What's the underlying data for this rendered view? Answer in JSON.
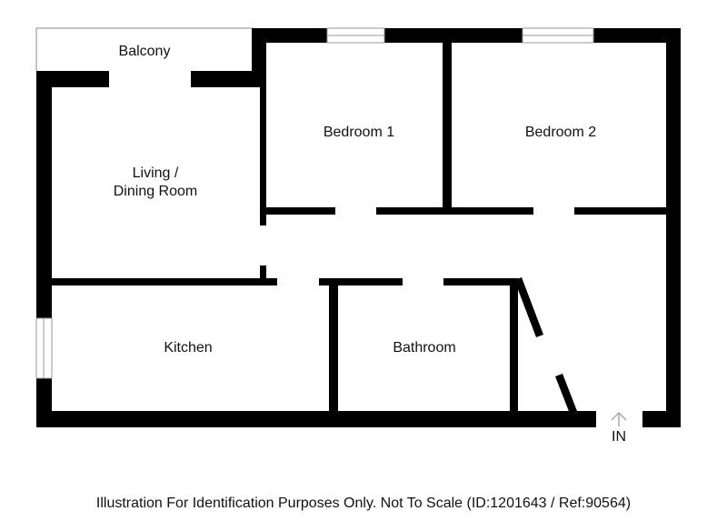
{
  "rooms": {
    "balcony": "Balcony",
    "bedroom_1": "Bedroom 1",
    "bedroom_2": "Bedroom 2",
    "living_line_1": "Living /",
    "living_line_2": "Dining Room",
    "kitchen": "Kitchen",
    "bathroom": "Bathroom"
  },
  "entry": {
    "label": "IN"
  },
  "caption": "Illustration For Identification Purposes Only. Not To Scale (ID:1201643 / Ref:90564)",
  "colors": {
    "wall": "#000000",
    "window_frame": "#999999",
    "balcony_outline": "#888888",
    "arrow": "#aaaaaa"
  }
}
